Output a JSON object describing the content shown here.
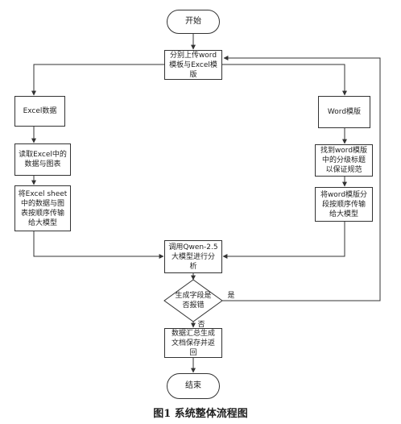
{
  "flowchart": {
    "start": "开始",
    "upload": "分别上传word\n模板与Excel模\n版",
    "excel_data": "Excel数据",
    "word_template": "Word模版",
    "read_excel": "读取Excel中的\n数据与图表",
    "excel_to_model": "将Excel sheet\n中的数据与图\n表按顺序传输\n给大模型",
    "find_headings": "找到word模版\n中的分级标题\n以保证规范",
    "word_to_model": "将word模版分\n段按顺序传输\n给大模型",
    "call_model": "调用Qwen-2.5\n大模型进行分\n析",
    "decision": "生成字段是\n否报错",
    "yes_label": "是",
    "no_label": "否",
    "summary": "数据汇总生成\n文档保存并返\n回",
    "end": "结束"
  },
  "caption": "图1  系统整体流程图"
}
